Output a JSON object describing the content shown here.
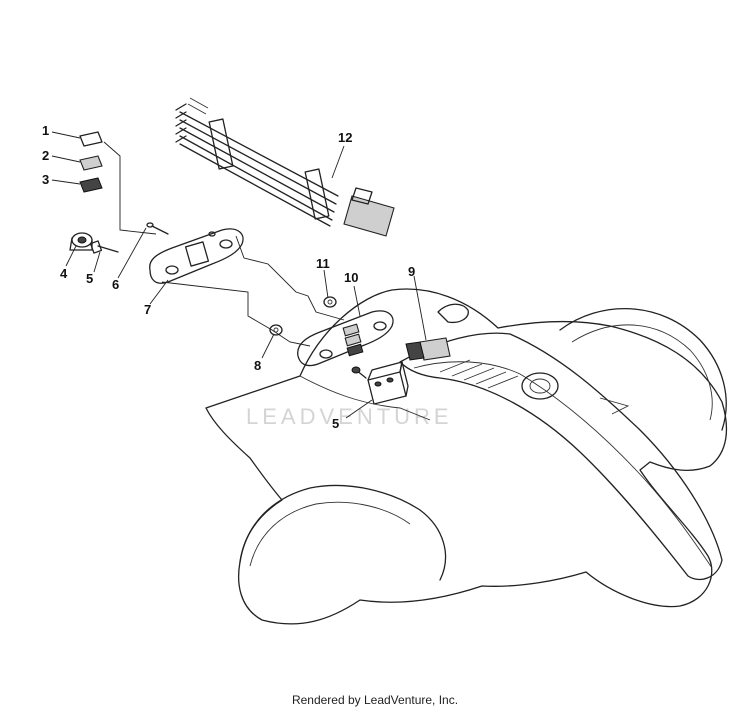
{
  "watermark": "LEADVENTURE",
  "footer": "Rendered by LeadVenture, Inc.",
  "callouts": {
    "p1": "1",
    "p2": "2",
    "p3": "3",
    "p4": "4",
    "p5a": "5",
    "p6": "6",
    "p7": "7",
    "p8": "8",
    "p9": "9",
    "p10": "10",
    "p11": "11",
    "p12": "12",
    "p5b": "5"
  }
}
